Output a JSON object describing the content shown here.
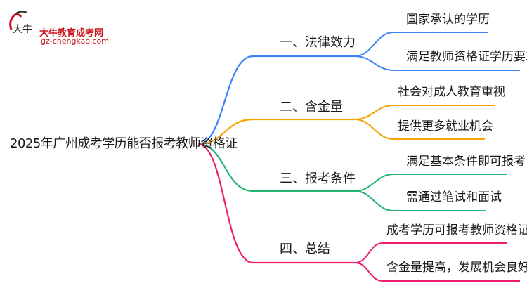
{
  "logo": {
    "name": "大牛教育成考网",
    "url": "gz-chengkao.com",
    "mark": "大牛"
  },
  "root": {
    "label": "2025年广州成考学历能否报考教师资格证"
  },
  "branches": [
    {
      "label": "一、法律效力",
      "color": "#3b82f6",
      "children": [
        "国家承认的学历",
        "满足教师资格证学历要求"
      ]
    },
    {
      "label": "二、含金量",
      "color": "#f4a300",
      "children": [
        "社会对成人教育重视",
        "提供更多就业机会"
      ]
    },
    {
      "label": "三、报考条件",
      "color": "#22b573",
      "children": [
        "满足基本条件即可报考",
        "需通过笔试和面试"
      ]
    },
    {
      "label": "四、总结",
      "color": "#ec1f71",
      "children": [
        "成考学历可报考教师资格证",
        "含金量提高，发展机会良好"
      ]
    }
  ]
}
